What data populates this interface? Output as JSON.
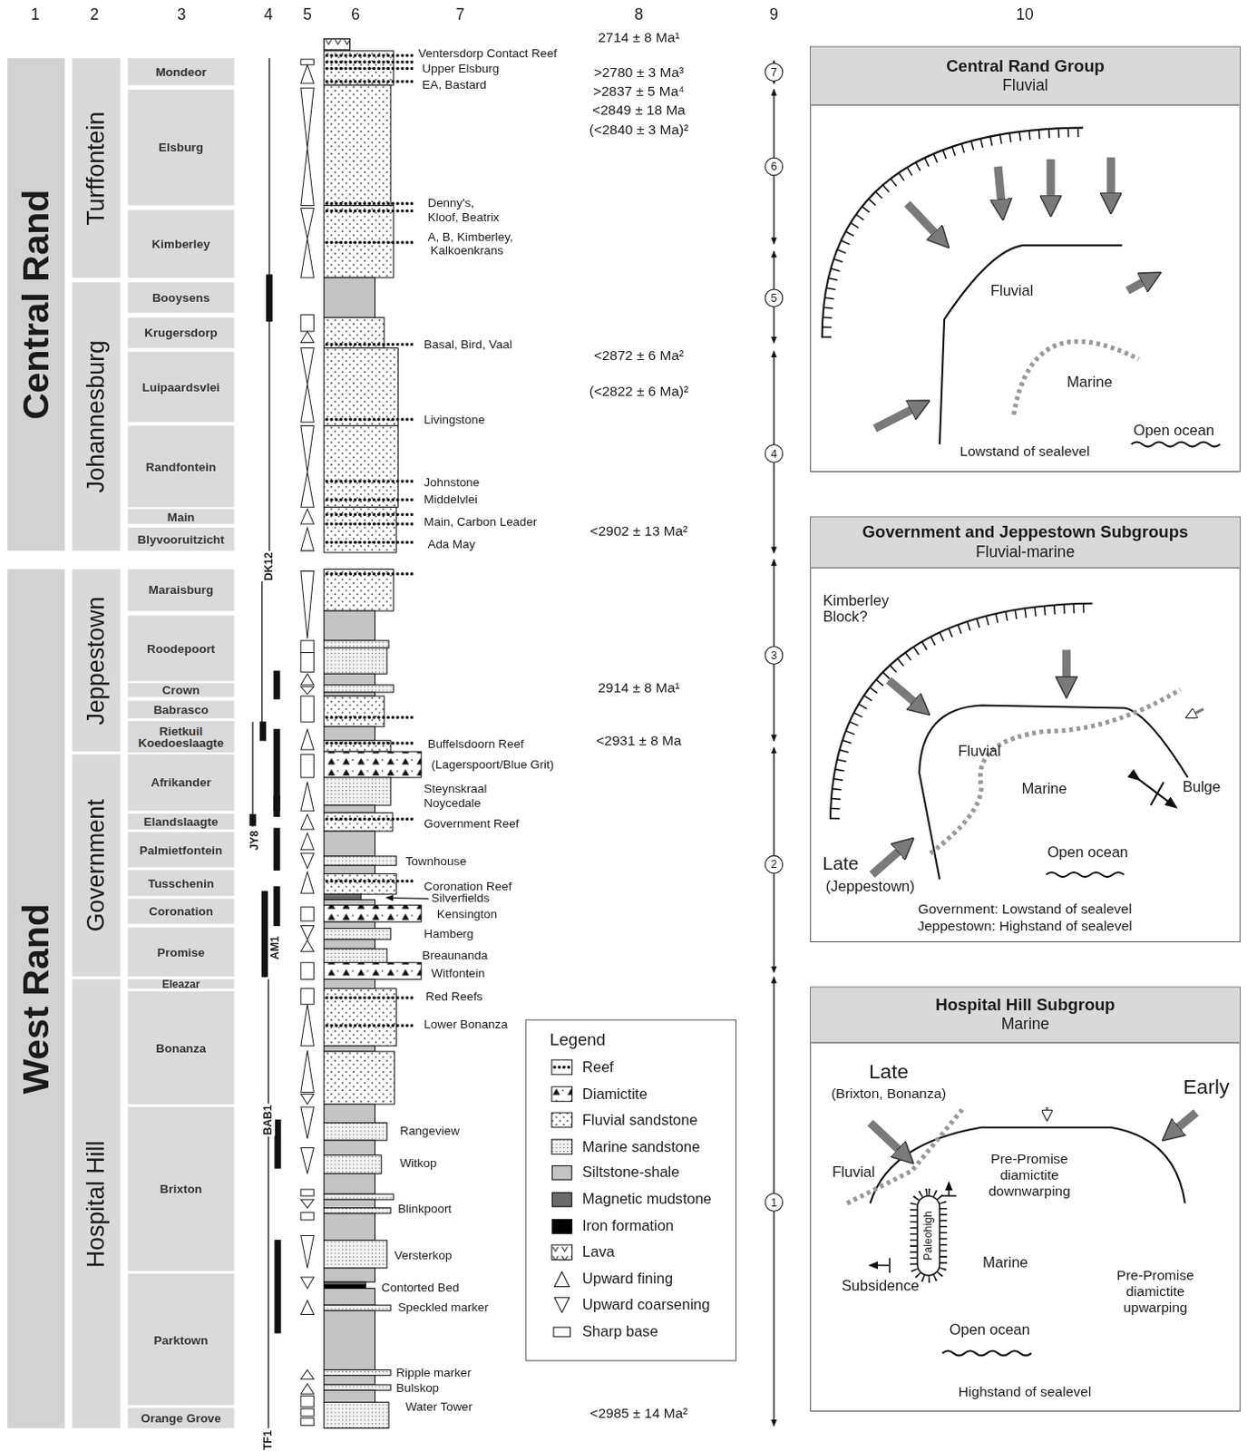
{
  "diagram": {
    "nodes": [
      {
        "text": [
          "Central Rand"
        ]
      },
      {
        "text": [
          "West Rand"
        ]
      },
      {
        "text": [
          "Turffontein"
        ]
      },
      {
        "text": [
          "Johannesburg"
        ]
      },
      {
        "text": [
          "Jeppestown"
        ]
      },
      {
        "text": [
          "Government"
        ]
      },
      {
        "text": [
          "Hospital Hill"
        ]
      },
      {
        "text": [
          "Mondeor"
        ]
      },
      {
        "text": [
          "Elsburg"
        ]
      },
      {
        "text": [
          "Kimberley"
        ]
      },
      {
        "text": [
          "Booysens"
        ]
      },
      {
        "text": [
          "Krugersdorp"
        ]
      },
      {
        "text": [
          "Luipaardsvlei"
        ]
      },
      {
        "text": [
          "Randfontein"
        ]
      },
      {
        "text": [
          "Main"
        ]
      },
      {
        "text": [
          "Blyvooruitzicht"
        ]
      },
      {
        "text": [
          "Maraisburg"
        ]
      },
      {
        "text": [
          "Roodepoort"
        ]
      },
      {
        "text": [
          "Crown"
        ]
      },
      {
        "text": [
          "Babrasco"
        ]
      },
      {
        "text": [
          "Rietkuil",
          "Koedoeslaagte"
        ]
      },
      {
        "text": [
          "Afrikander"
        ]
      },
      {
        "text": [
          "Elandslaagte"
        ]
      },
      {
        "text": [
          "Palmietfontein"
        ]
      },
      {
        "text": [
          "Tusschenin"
        ]
      },
      {
        "text": [
          "Coronation"
        ]
      },
      {
        "text": [
          "Promise"
        ]
      },
      {
        "text": [
          "Eleazar"
        ]
      },
      {
        "text": [
          "Bonanza"
        ]
      },
      {
        "text": [
          "Brixton"
        ]
      },
      {
        "text": [
          "Parktown"
        ]
      },
      {
        "text": [
          "Orange Grove"
        ]
      },
      {
        "text": [
          "7"
        ]
      },
      {
        "text": [
          "6"
        ]
      },
      {
        "text": [
          "5"
        ]
      },
      {
        "text": [
          "4"
        ]
      },
      {
        "text": [
          "3"
        ]
      },
      {
        "text": [
          "2"
        ]
      },
      {
        "text": [
          "1"
        ]
      },
      {
        "text": [
          "Central Rand Group",
          "Fluvial"
        ]
      },
      {
        "text": [
          "Government and Jeppestown Subgroups",
          "Fluvial-marine"
        ]
      },
      {
        "text": [
          "Hospital Hill Subgroup",
          "Marine"
        ]
      }
    ],
    "labels": [
      "1",
      "2",
      "3",
      "4",
      "5",
      "6",
      "7",
      "8",
      "9",
      "10",
      "Ventersdorp Contact Reef",
      "Upper Elsburg",
      "EA, Bastard",
      "Denny's,",
      "Kloof, Beatrix",
      "A, B, Kimberley,",
      "Kalkoenkrans",
      "Basal, Bird, Vaal",
      "Livingstone",
      "Johnstone",
      "Middelvlei",
      "Main, Carbon Leader",
      "Ada May",
      "Buffelsdoorn Reef",
      "(Lagerspoort/Blue Grit)",
      "Steynskraal",
      "Noycedale",
      "Government Reef",
      "Townhouse",
      "Coronation Reef",
      "Silverfields",
      "Kensington",
      "Hamberg",
      "Breaunanda",
      "Witfontein",
      "Red Reefs",
      "Lower Bonanza",
      "Rangeview",
      "Witkop",
      "Blinkpoort",
      "Versterkop",
      "Contorted Bed",
      "Speckled marker",
      "Ripple marker",
      "Bulskop",
      "Water Tower",
      "2714 ± 8 Ma¹",
      ">2780 ± 3 Ma³",
      ">2837 ± 5 Ma⁴",
      "<2849 ± 18 Ma",
      "(<2840 ± 3 Ma)²",
      "<2872 ± 6 Ma²",
      "(<2822 ± 6 Ma)²",
      "<2902 ± 13 Ma²",
      "2914 ± 8 Ma¹",
      "<2931 ± 8 Ma",
      "<2985 ± 14 Ma²",
      "DK12",
      "JY8",
      "AM1",
      "BAB1",
      "TF1",
      "Fluvial",
      "Marine",
      "Open ocean",
      "Lowstand of sealevel",
      "Kimberley Block?",
      "Fluvial",
      "Marine",
      "Bulge",
      "Late",
      "(Jeppestown)",
      "Open ocean",
      "Government: Lowstand of sealevel",
      "Jeppestown: Highstand of sealevel",
      "Late",
      "(Brixton, Bonanza)",
      "Early",
      "Fluvial",
      "Pre-Promise diamictite downwarping",
      "Paleohigh",
      "Subsidence",
      "Marine",
      "Pre-Promise diamictite upwarping",
      "Open ocean",
      "Highstand of sealevel",
      "Legend"
    ],
    "legend": [
      {
        "text": "Reef"
      },
      {
        "text": "Diamictite"
      },
      {
        "text": "Fluvial sandstone"
      },
      {
        "text": "Marine sandstone"
      },
      {
        "text": "Siltstone-shale",
        "color": "#c4c4c4"
      },
      {
        "text": "Magnetic mudstone",
        "color": "#6a6a6a"
      },
      {
        "text": "Iron formation",
        "color": "#000000"
      },
      {
        "text": "Lava"
      },
      {
        "text": "Upward fining"
      },
      {
        "text": "Upward coarsening"
      },
      {
        "text": "Sharp base"
      }
    ]
  }
}
